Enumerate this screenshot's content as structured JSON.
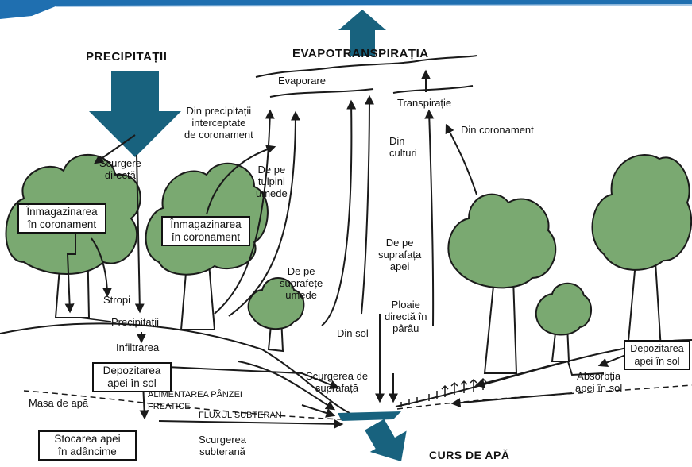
{
  "colors": {
    "tree": "#7aa971",
    "outline": "#1a1a1a",
    "arrow_big": "#18627e",
    "header": "#1f6fb0"
  },
  "labels": {
    "precipitatii_main": "PRECIPITAȚII",
    "evapotranspiratia": "EVAPOTRANSPIRAȚIA",
    "evaporare": "Evaporare",
    "transpiratie": "Transpirație",
    "din_precipitatii": "Din precipitații\ninterceptate\nde coronament",
    "din_coronament": "Din coronament",
    "scurgere_directa": "Scurgere\ndirectă",
    "din_culturi": "Din\nculturi",
    "de_pe_tulpini": "De pe\ntulpini\numede",
    "de_pe_suprafata_apei": "De pe\nsuprafața\napei",
    "de_pe_suprafete": "De pe\nsuprafețe\numede",
    "stropi": "Stropi",
    "ploaie_directa": "Ploaie\ndirectă în\npârâu",
    "precipitatii_ground": "Precipitații",
    "din_sol": "Din sol",
    "infiltrarea": "Infiltrarea",
    "scurgerea_de_suprafata": "Scurgerea de\nsuprafață",
    "alimentarea": "ALIMENTAREA PÂNZEI\nFREATICE",
    "masa_de_apa": "Masa de apă",
    "fluxul": "FLUXUL SUBTERAN",
    "scurgerea_subterana": "Scurgerea\nsubterană",
    "absorbtia": "Absorbția\napei în sol",
    "curs_de_apa": "CURS DE APĂ"
  },
  "boxes": {
    "inmag1": "Înmagazinarea\nîn coronament",
    "inmag2": "Înmagazinarea\nîn coronament",
    "depozitarea_sol": "Depozitarea\napei în sol",
    "depozitarea_right": "Depozitarea\napei în sol",
    "stocarea": "Stocarea apei\nîn adâncime"
  }
}
